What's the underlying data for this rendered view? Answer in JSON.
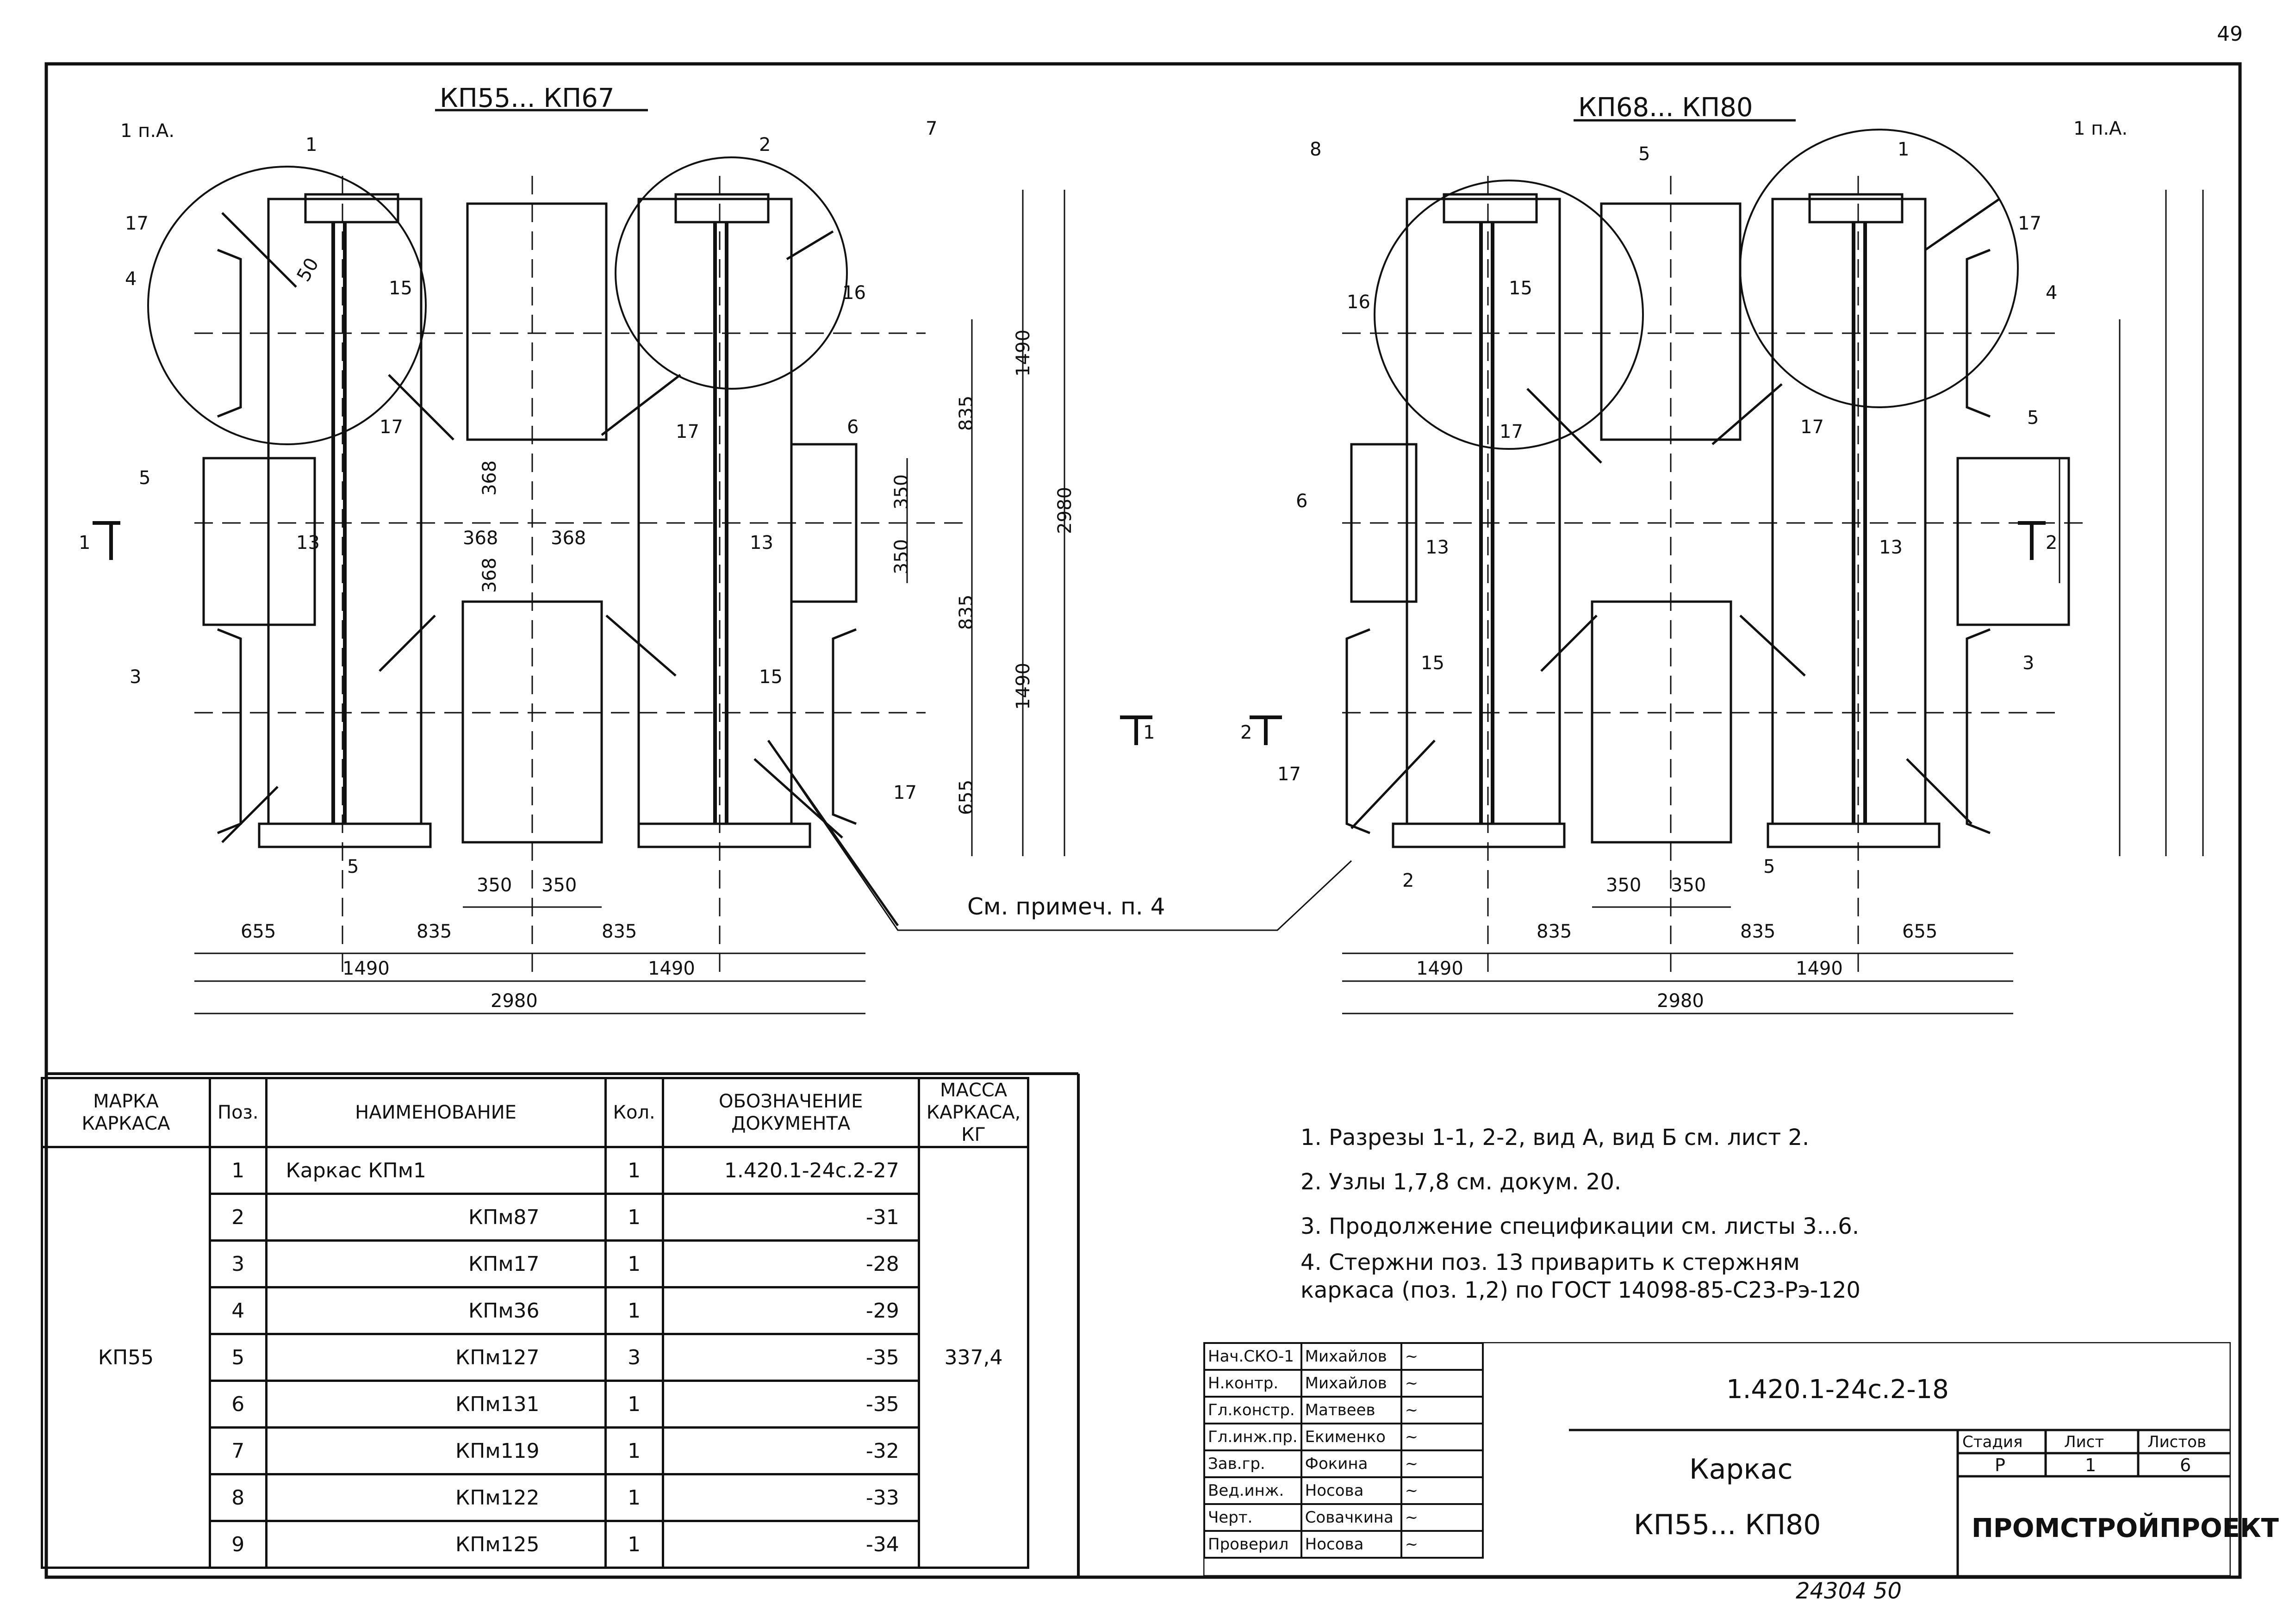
{
  "page_number": "49",
  "views": {
    "left_title": "КП55... КП67",
    "right_title": "КП68... КП80"
  },
  "callouts": {
    "left": [
      "1 п.А.",
      "1",
      "17",
      "4",
      "15",
      "17",
      "5",
      "13",
      "3",
      "5",
      "2",
      "7",
      "16",
      "17",
      "6",
      "13",
      "15",
      "17"
    ],
    "right": [
      "8",
      "16",
      "15",
      "17",
      "6",
      "13",
      "15",
      "17",
      "2",
      "5",
      "1",
      "1 п.А.",
      "17",
      "4",
      "17",
      "5",
      "13",
      "3",
      "5"
    ],
    "note_ref": "См. примеч. п. 4"
  },
  "section_marks": [
    "1",
    "1",
    "2",
    "2"
  ],
  "dims": {
    "bottom_left": [
      "655",
      "835",
      "835",
      "350",
      "350",
      "1490",
      "1490",
      "2980"
    ],
    "bottom_right": [
      "835",
      "835",
      "655",
      "350",
      "350",
      "1490",
      "1490",
      "2980"
    ],
    "vertical": [
      "1490",
      "835",
      "350",
      "350",
      "835",
      "1490",
      "655",
      "2980"
    ],
    "inner": [
      "368",
      "368",
      "368",
      "368",
      "50"
    ]
  },
  "spec_table": {
    "headers": {
      "mark": "МАРКА КАРКАСА",
      "pos": "Поз.",
      "name": "НАИМЕНОВАНИЕ",
      "qty": "Кол.",
      "doc": "ОБОЗНАЧЕНИЕ ДОКУМЕНТА",
      "mass": "МАССА КАРКАСА, КГ"
    },
    "mark_value": "КП55",
    "mass_value": "337,4",
    "rows": [
      {
        "pos": "1",
        "name": "Каркас   КПм1",
        "qty": "1",
        "doc": "1.420.1-24с.2-27"
      },
      {
        "pos": "2",
        "name": "КПм87",
        "qty": "1",
        "doc": "-31"
      },
      {
        "pos": "3",
        "name": "КПм17",
        "qty": "1",
        "doc": "-28"
      },
      {
        "pos": "4",
        "name": "КПм36",
        "qty": "1",
        "doc": "-29"
      },
      {
        "pos": "5",
        "name": "КПм127",
        "qty": "3",
        "doc": "-35"
      },
      {
        "pos": "6",
        "name": "КПм131",
        "qty": "1",
        "doc": "-35"
      },
      {
        "pos": "7",
        "name": "КПм119",
        "qty": "1",
        "doc": "-32"
      },
      {
        "pos": "8",
        "name": "КПм122",
        "qty": "1",
        "doc": "-33"
      },
      {
        "pos": "9",
        "name": "КПм125",
        "qty": "1",
        "doc": "-34"
      }
    ]
  },
  "notes": [
    "1. Разрезы 1-1, 2-2, вид А, вид Б см. лист 2.",
    "2. Узлы 1,7,8 см. докум. 20.",
    "3. Продолжение спецификации см. листы 3...6.",
    "4. Стержни поз. 13 приварить к стержням",
    "   каркаса (поз. 1,2) по ГОСТ 14098-85-С23-Рэ-120"
  ],
  "title_block": {
    "signatures": [
      {
        "role": "Нач.СКО-1",
        "name": "Михайлов"
      },
      {
        "role": "Н.контр.",
        "name": "Михайлов"
      },
      {
        "role": "Гл.констр.",
        "name": "Матвеев"
      },
      {
        "role": "Гл.инж.пр.",
        "name": "Екименко"
      },
      {
        "role": "Зав.гр.",
        "name": "Фокина"
      },
      {
        "role": "Вед.инж.",
        "name": "Носова"
      },
      {
        "role": "Черт.",
        "name": "Совачкина"
      },
      {
        "role": "Проверил",
        "name": "Носова"
      }
    ],
    "document_code": "1.420.1-24с.2-18",
    "title_line1": "Каркас",
    "title_line2": "КП55... КП80",
    "stage_label": "Стадия",
    "sheet_label": "Лист",
    "sheets_label": "Листов",
    "stage": "Р",
    "sheet": "1",
    "sheets": "6",
    "organization": "ПРОМСТРОЙПРОЕКТ"
  },
  "footer_code": "24304   50"
}
